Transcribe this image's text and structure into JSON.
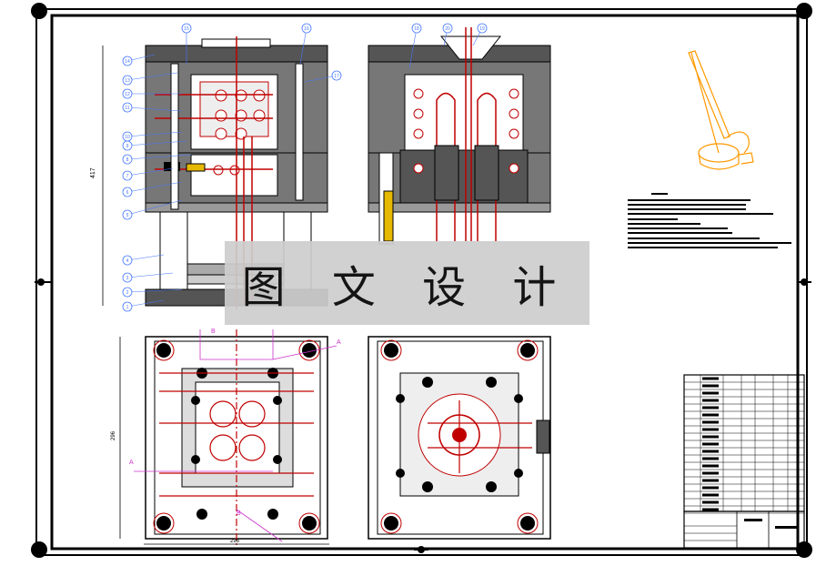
{
  "watermark": {
    "text": "图 文 设 计"
  },
  "balloons_left": [
    "15",
    "16",
    "14",
    "17",
    "13",
    "12",
    "11",
    "10",
    "9",
    "8",
    "7",
    "6",
    "5",
    "4",
    "3",
    "2",
    "1"
  ],
  "balloons_right": [
    "18",
    "20",
    "19"
  ],
  "section_labels": {
    "a": "A",
    "b": "B"
  },
  "dimensions": {
    "height": "417",
    "width": "296",
    "base_width": "296"
  },
  "colors": {
    "line": "#000000",
    "section": "#c00000",
    "callout": "#4477ff",
    "magenta": "#cc33cc",
    "yellow": "#e6b800",
    "iso": "#ff9900"
  },
  "icons": {
    "corner": "filled-circle",
    "iso_part": "sprue-bushing-3d"
  }
}
